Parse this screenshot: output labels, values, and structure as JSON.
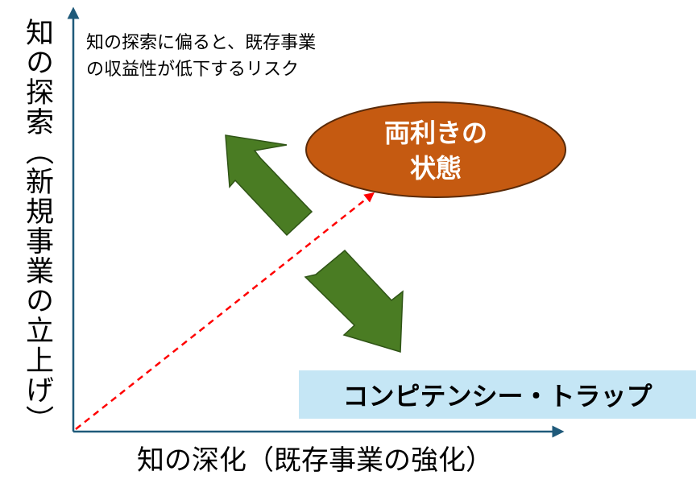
{
  "axes": {
    "y_label": "知の探索（新規事業の立上げ）",
    "x_label": "知の深化（既存事業の強化）"
  },
  "note": {
    "line1": "知の探索に偏ると、既存事業",
    "line2": "の収益性が低下するリスク"
  },
  "ambidexterity": {
    "line1": "両利きの",
    "line2": "状態"
  },
  "trap": {
    "label": "コンピテンシー・トラップ"
  },
  "colors": {
    "axis": "#1f5a7a",
    "arrow_fill": "#4a7c23",
    "arrow_stroke": "#2f5416",
    "ellipse_fill": "#c55a11",
    "ellipse_stroke": "#5a2a08",
    "trap_bg": "#c5e6f5",
    "dashed_line": "#ff0000"
  }
}
